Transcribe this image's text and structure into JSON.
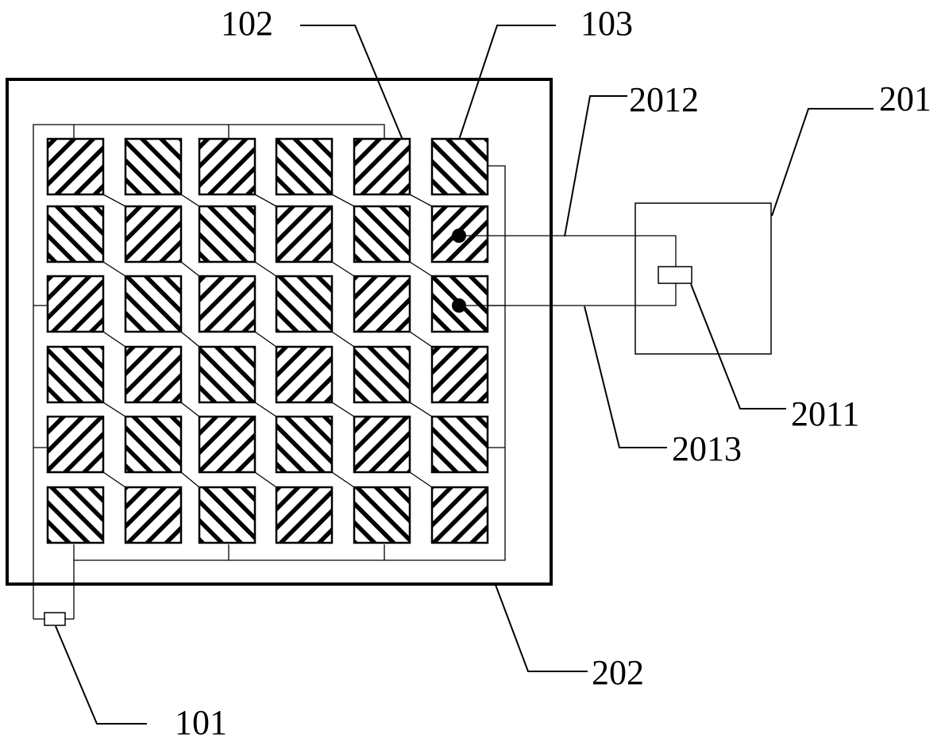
{
  "labels": {
    "l101": "101",
    "l102": "102",
    "l103": "103",
    "l201": "201",
    "l202": "202",
    "l2011": "2011",
    "l2012": "2012",
    "l2013": "2013"
  },
  "grid": {
    "rows": 6,
    "cols": 6,
    "hatch": [
      [
        "right",
        "left",
        "right",
        "left",
        "right",
        "left"
      ],
      [
        "left",
        "right",
        "left",
        "right",
        "left",
        "right"
      ],
      [
        "right",
        "left",
        "right",
        "left",
        "right",
        "left"
      ],
      [
        "left",
        "right",
        "left",
        "right",
        "left",
        "right"
      ],
      [
        "right",
        "left",
        "right",
        "left",
        "right",
        "left"
      ],
      [
        "left",
        "right",
        "left",
        "right",
        "left",
        "right"
      ]
    ]
  },
  "colors": {
    "stroke": "#000000",
    "background": "#ffffff"
  }
}
